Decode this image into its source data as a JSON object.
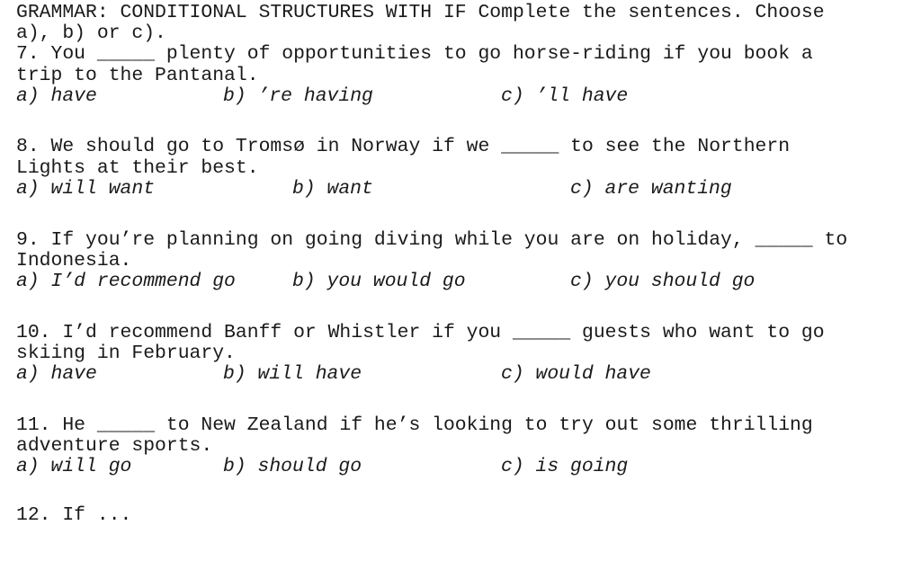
{
  "instructions": {
    "line1": "GRAMMAR: CONDITIONAL STRUCTURES WITH IF Complete the sentences. Choose",
    "line2": "a), b) or c)."
  },
  "questions": [
    {
      "number": "7",
      "line1": "7. You _____ plenty of opportunities to go horse-riding if you book a",
      "line2": "trip to the Pantanal.",
      "options": [
        "a) have",
        "b) ’re having",
        "c) ’ll have"
      ],
      "option_x": [
        0,
        230,
        539
      ]
    },
    {
      "number": "8",
      "line1": "8. We should go to Tromsø in Norway if we _____ to see the Northern",
      "line2": "Lights at their best.",
      "options": [
        "a) will want",
        "b) want",
        "c) are wanting"
      ],
      "option_x": [
        0,
        307,
        616
      ]
    },
    {
      "number": "9",
      "line1": "9. If you’re planning on going diving while you are on holiday, _____ to",
      "line2": "Indonesia.",
      "options": [
        "a) I’d recommend go",
        "b) you would go",
        "c) you should go"
      ],
      "option_x": [
        0,
        307,
        616
      ]
    },
    {
      "number": "10",
      "line1": "10. I’d recommend Banff or Whistler if you _____ guests who want to go",
      "line2": "skiing in February.",
      "options": [
        "a) have",
        "b) will have",
        "c) would have"
      ],
      "option_x": [
        0,
        230,
        539
      ]
    },
    {
      "number": "11",
      "line1": "11. He _____ to New Zealand if he’s looking to try out some thrilling",
      "line2": "adventure sports.",
      "options": [
        "a) will go",
        "b) should go",
        "c) is going"
      ],
      "option_x": [
        0,
        230,
        539
      ]
    }
  ],
  "next_question_partial": "12. If ..."
}
